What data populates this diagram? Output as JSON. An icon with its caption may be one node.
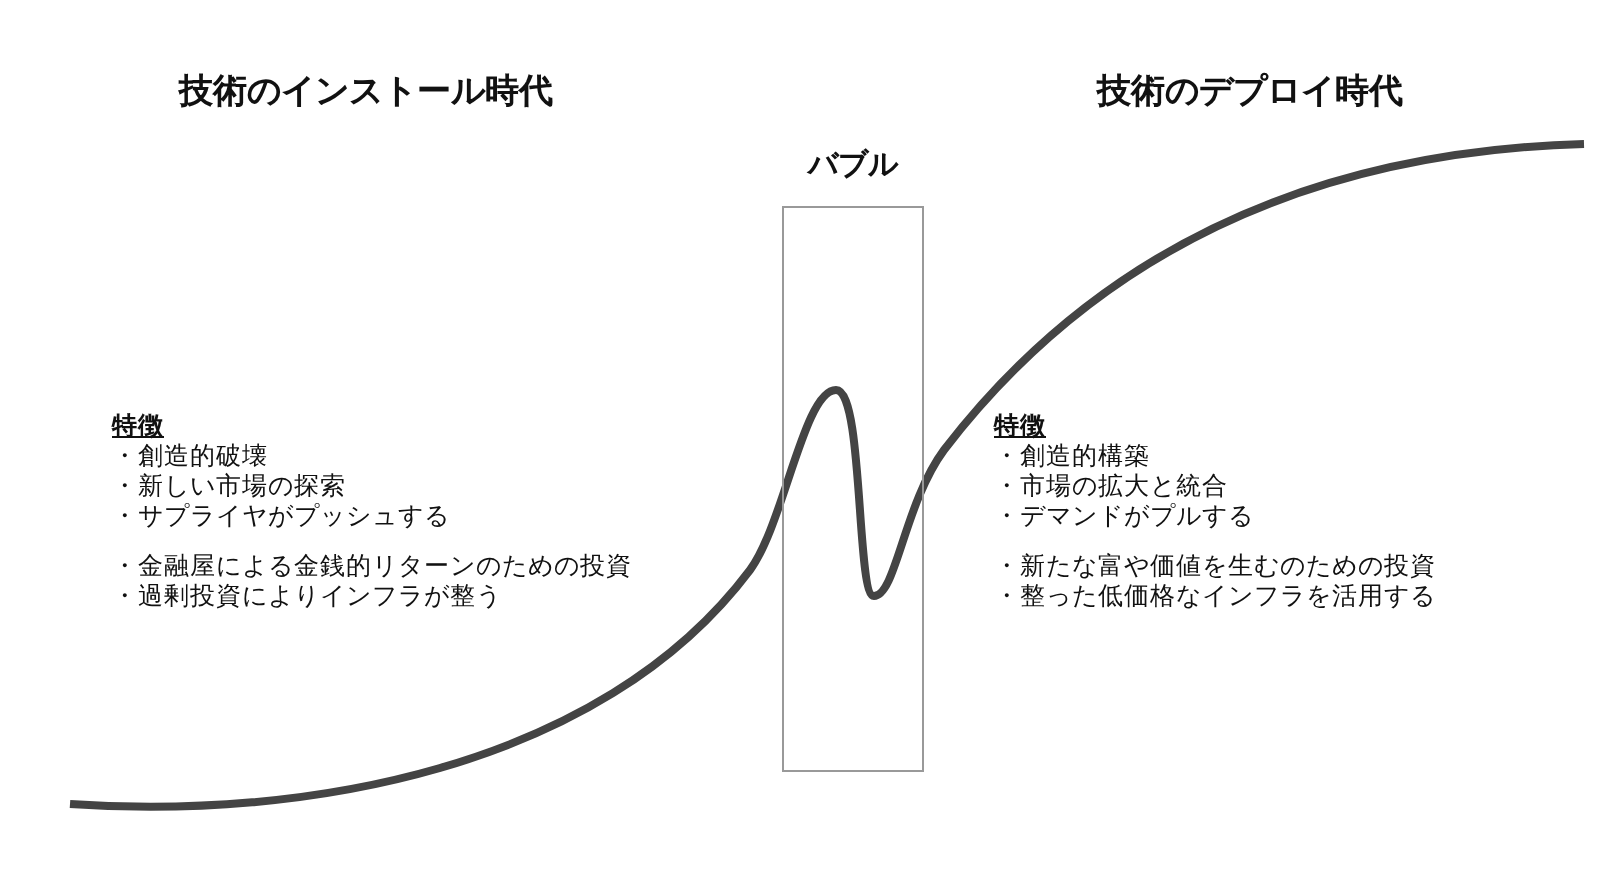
{
  "diagram": {
    "nodes": [
      {
        "text": [
          "バブル"
        ]
      }
    ],
    "edges": [],
    "labels": [
      "技術のインストール時代",
      "技術のデプロイ時代",
      "特徴",
      "・創造的破壊",
      "・新しい市場の探索",
      "・サプライヤがプッシュする",
      "・金融屋による金銭的リターンのための投資",
      "・過剰投資によりインフラが整う",
      "特徴",
      "・創造的構築",
      "・市場の拡大と統合",
      "・デマンドがプルする",
      "・新たな富や価値を生むのための投資",
      "・整った低価格なインフラを活用する"
    ]
  }
}
